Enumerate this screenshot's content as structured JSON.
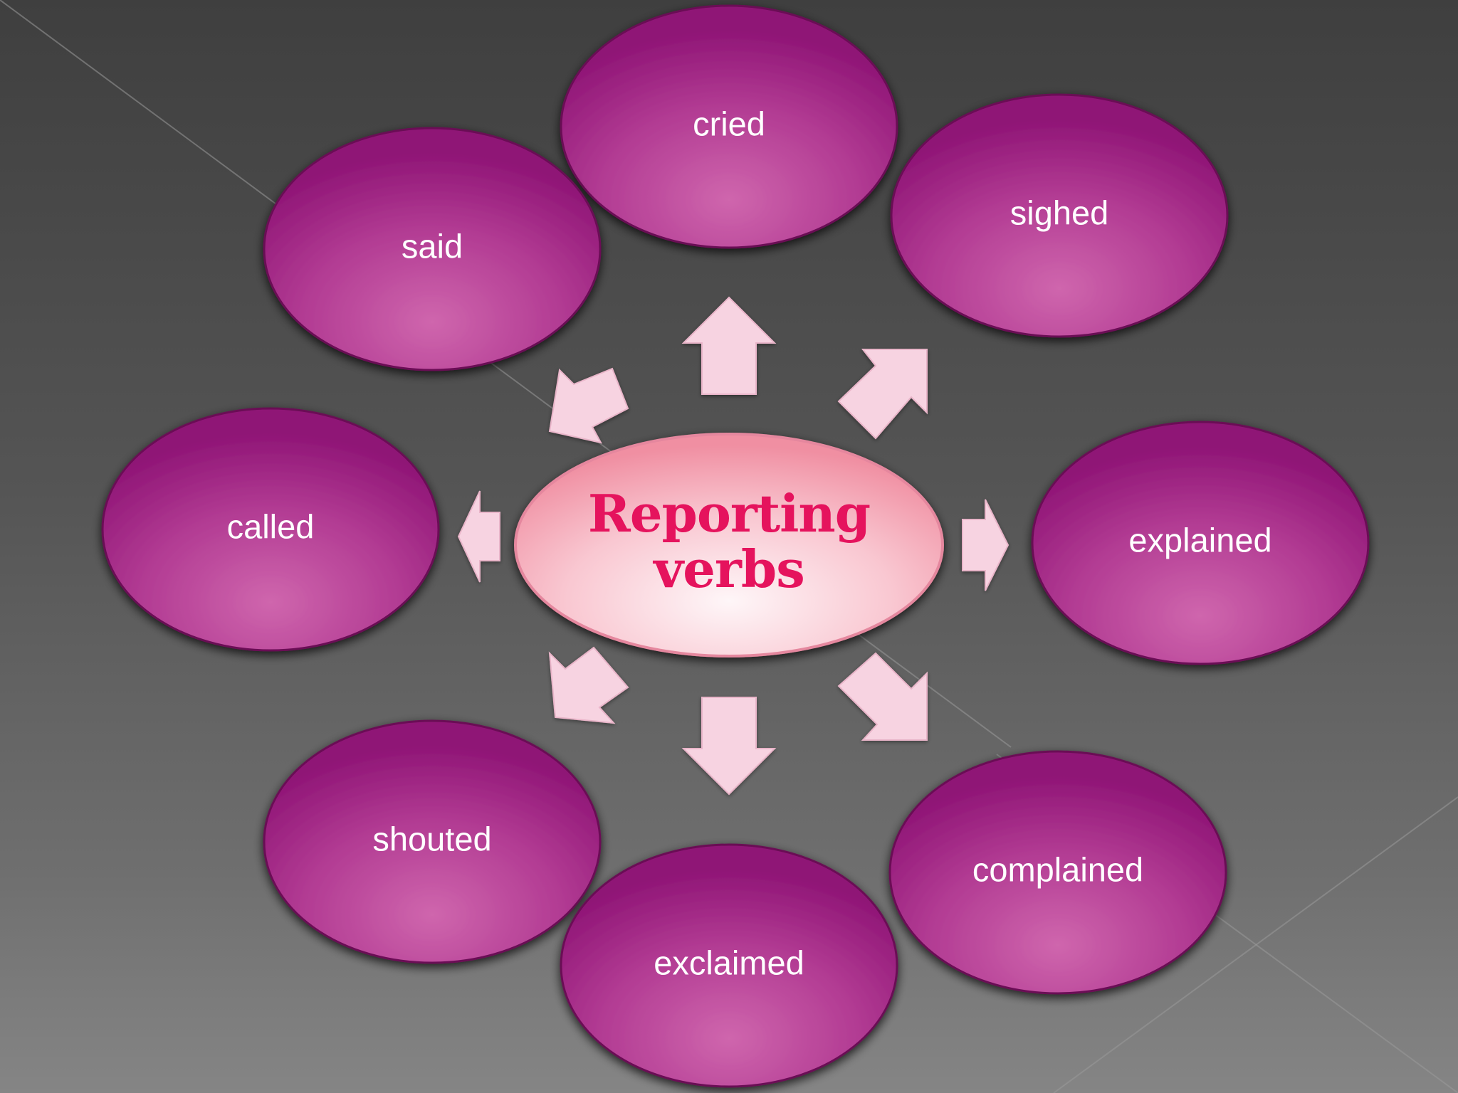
{
  "diagram": {
    "center": {
      "line1": "Reporting",
      "line2": "verbs"
    },
    "verbs": {
      "cried": "cried",
      "sighed": "sighed",
      "said": "said",
      "called": "called",
      "explained": "explained",
      "shouted": "shouted",
      "complained": "complained",
      "exclaimed": "exclaimed"
    },
    "colors": {
      "verb_fill_light": "#c85aa6",
      "verb_fill_dark": "#9a1a7c",
      "center_fill_light": "#fdf1f4",
      "center_fill_dark": "#f19aab",
      "center_text": "#e5135d",
      "arrow_fill": "#f7d3e1",
      "background_top": "#3f3f3f",
      "background_bottom": "#858585"
    }
  }
}
